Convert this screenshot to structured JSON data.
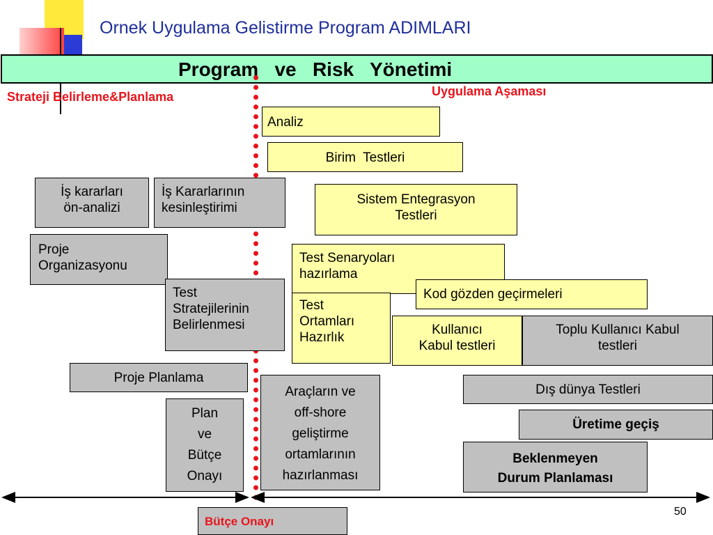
{
  "slide": {
    "title": "Ornek Uygulama Gelistirme Program ADIMLARI",
    "banner": "Program   ve   Risk   Yönetimi",
    "left_phase": "Strateji Belirleme&Planlama",
    "right_phase": "Uygulama Aşaması",
    "budget_approval": "Bütçe Onayı",
    "page_number": "50"
  },
  "boxes": {
    "analiz": "Analiz",
    "birim_testleri": "Birim  Testleri",
    "is_kararlari_on_analizi": "İş kararları\nön-analizi",
    "is_kararlarinin_kesinlestirimi": "İş Kararlarının\nkesinleştirimi",
    "sistem_entegrasyon": "Sistem Entegrasyon\nTestleri",
    "proje_organizasyonu": "Proje\nOrganizasyonu",
    "test_senaryolari": "Test Senaryoları\nhazırlama",
    "kod_gozden": "Kod gözden geçirmeleri",
    "test_stratejileri": "Test\nStratejilerinin\nBelirlenmesi",
    "test_ortamlari": "Test\nOrtamları\nHazırlık",
    "kullanici_kabul": "Kullanıcı\nKabul  testleri",
    "toplu_kullanici_kabul": "Toplu Kullanıcı Kabul\ntestleri",
    "proje_planlama": "Proje Planlama",
    "araclar_offshore": "Araçların ve\noff-shore\ngeliştirme\nortamlarının\nhazırlanması",
    "dis_dunya": "Dış dünya Testleri",
    "uretime_gecis": "Üretime geçiş",
    "plan_butce_onayi": "Plan\nve\n Bütçe\nOnayı",
    "beklenmeyen_durum": "Beklenmeyen\nDurum Planlaması"
  },
  "colors": {
    "title_blue": "#1f2f9a",
    "banner_green": "#a0ffc8",
    "phase_red": "#e8141c",
    "box_gray": "#c0c0c0",
    "box_yellow": "#ffffa8"
  }
}
